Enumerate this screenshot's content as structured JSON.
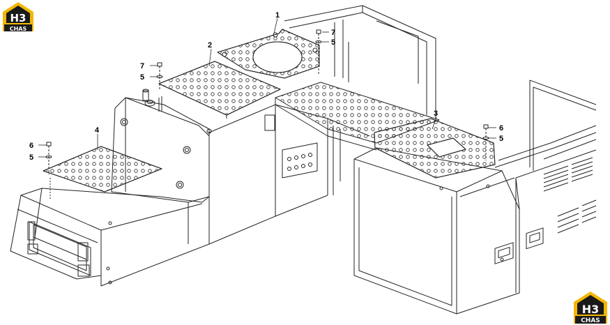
{
  "logo": {
    "monogram": "H3",
    "caption": "CHAS"
  },
  "callouts": [
    {
      "id": "c1",
      "label": "1"
    },
    {
      "id": "c2",
      "label": "2"
    },
    {
      "id": "c3",
      "label": "3"
    },
    {
      "id": "c4",
      "label": "4"
    },
    {
      "id": "c5a",
      "label": "5"
    },
    {
      "id": "c5b",
      "label": "5"
    },
    {
      "id": "c5c",
      "label": "5"
    },
    {
      "id": "c5d",
      "label": "5"
    },
    {
      "id": "c6a",
      "label": "6"
    },
    {
      "id": "c6b",
      "label": "6"
    },
    {
      "id": "c7a",
      "label": "7"
    },
    {
      "id": "c7b",
      "label": "7"
    }
  ],
  "colors": {
    "logo_gold": "#f2b705",
    "logo_black": "#1a1a1a",
    "line": "#222222"
  }
}
